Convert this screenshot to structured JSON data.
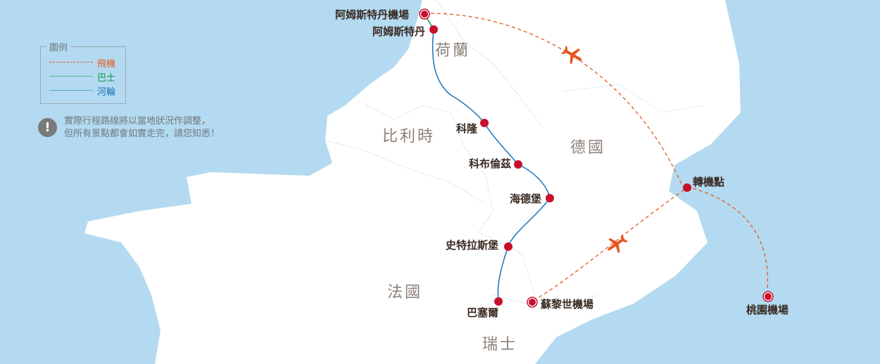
{
  "legend": {
    "title": "圖例",
    "items": [
      {
        "label": "飛機",
        "color": "#e8561e"
      },
      {
        "label": "巴士",
        "color": "#0a9a4a"
      },
      {
        "label": "河輪",
        "color": "#1a73b8"
      }
    ]
  },
  "note": {
    "icon": "exclamation-icon",
    "line1": "實際行程路線將以當地狀況作調整，",
    "line2": "但所有景點都會如實走完，請您知悉！"
  },
  "countries": {
    "nl": "荷蘭",
    "be": "比利時",
    "de": "德國",
    "fr": "法國",
    "ch": "瑞士"
  },
  "cities": {
    "ams_airport": "阿姆斯特丹機場",
    "amsterdam": "阿姆斯特丹",
    "cologne": "科隆",
    "koblenz": "科布倫茲",
    "heidelberg": "海德堡",
    "strasbourg": "史特拉斯堡",
    "basel": "巴塞爾",
    "zurich_airport": "蘇黎世機場",
    "transfer": "轉機點",
    "taoyuan": "桃園機場"
  },
  "colors": {
    "sea": "#b3daf0",
    "land": "#ffffff",
    "marker": "#c8102e",
    "flight": "#e8561e",
    "bus": "#0a9a4a",
    "river": "#1a73b8"
  }
}
